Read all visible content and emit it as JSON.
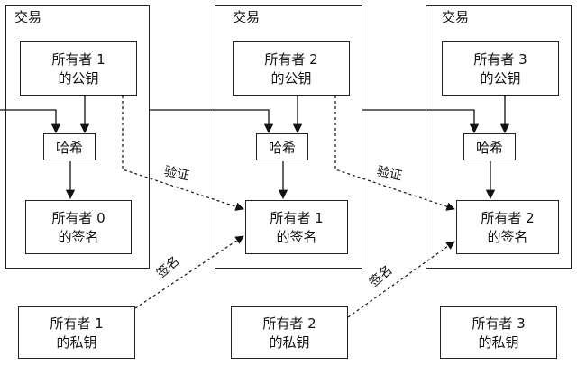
{
  "transaction_label": "交易",
  "hash_label": "哈希",
  "verify_label": "验证",
  "sign_label": "签名",
  "transactions": [
    {
      "owner_pubkey": {
        "line1": "所有者 1",
        "line2": "的公钥"
      },
      "signature": {
        "line1": "所有者 0",
        "line2": "的签名"
      }
    },
    {
      "owner_pubkey": {
        "line1": "所有者 2",
        "line2": "的公钥"
      },
      "signature": {
        "line1": "所有者 1",
        "line2": "的签名"
      }
    },
    {
      "owner_pubkey": {
        "line1": "所有者 3",
        "line2": "的公钥"
      },
      "signature": {
        "line1": "所有者 2",
        "line2": "的签名"
      }
    }
  ],
  "private_keys": [
    {
      "line1": "所有者 1",
      "line2": "的私钥"
    },
    {
      "line1": "所有者 2",
      "line2": "的私钥"
    },
    {
      "line1": "所有者 3",
      "line2": "的私钥"
    }
  ]
}
